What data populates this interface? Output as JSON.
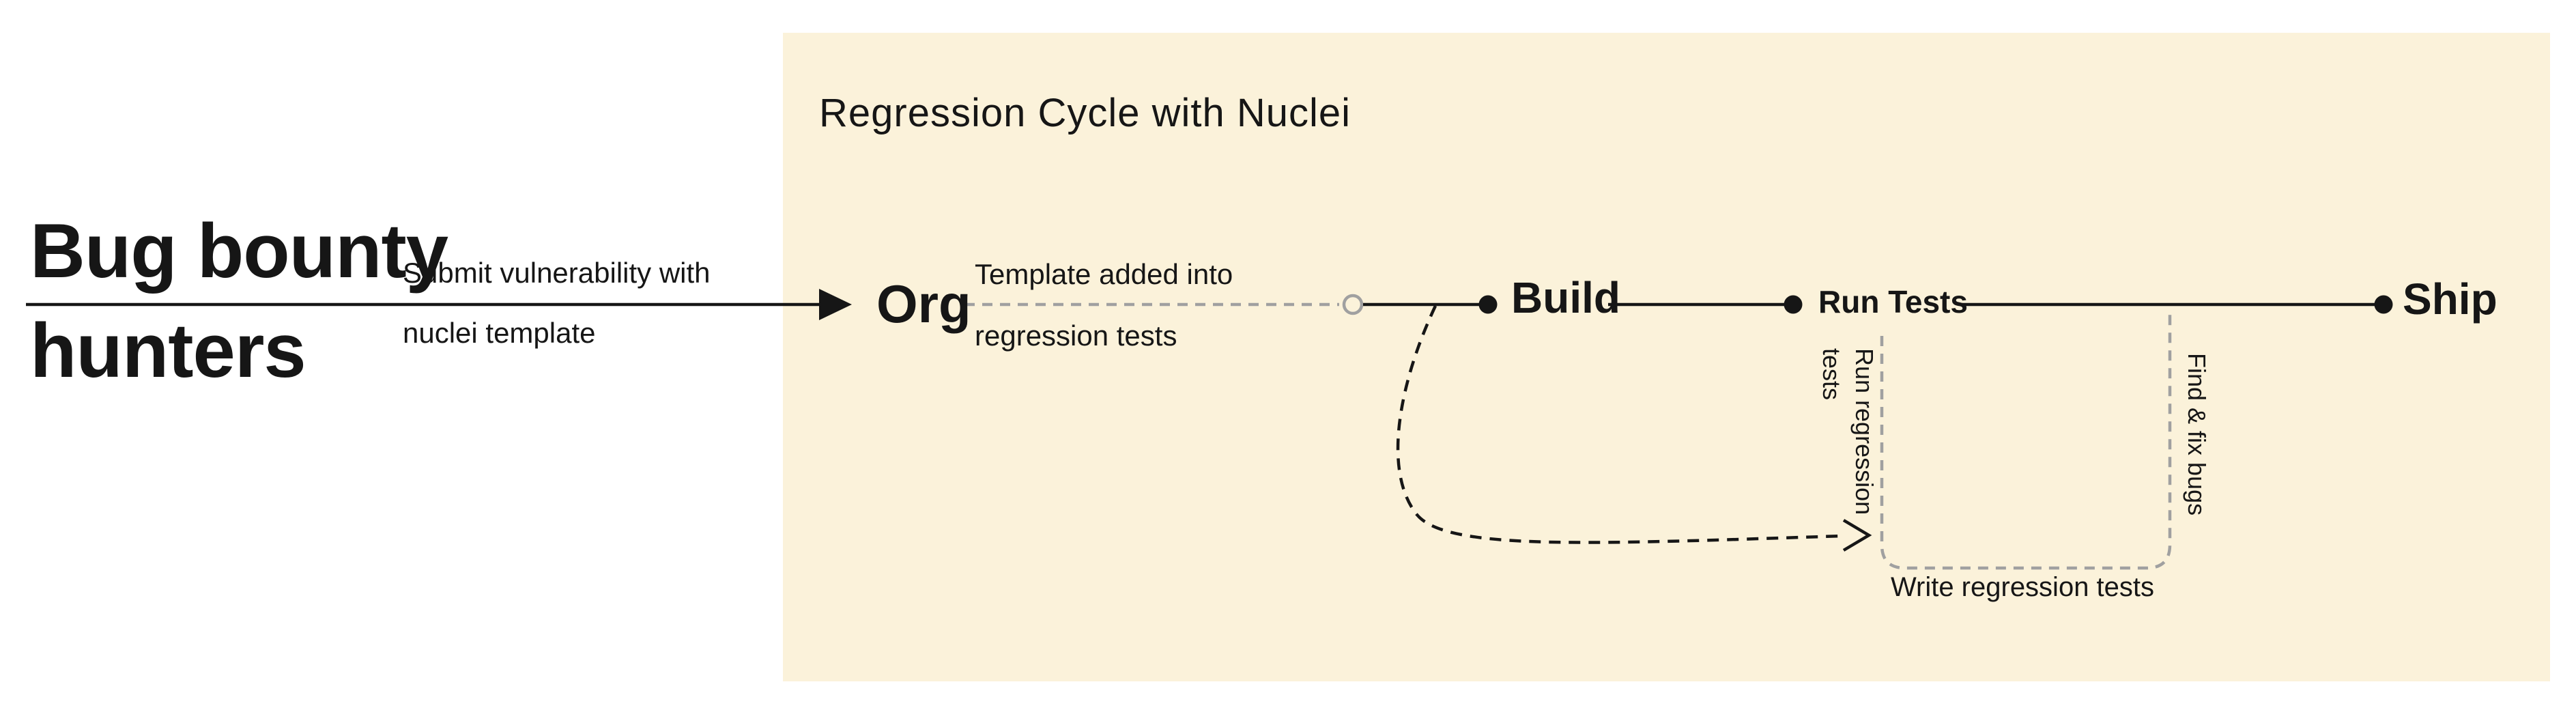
{
  "colors": {
    "panel_bg": "#FBF2DA",
    "ink": "#161616",
    "muted_gray": "#A0A0A0"
  },
  "left_section": {
    "heading_line1": "Bug bounty",
    "heading_line2": "hunters",
    "arrow_label_line1": "Submit vulnerability with",
    "arrow_label_line2": "nuclei template"
  },
  "diagram": {
    "title": "Regression Cycle with Nuclei",
    "nodes": [
      {
        "id": "org",
        "label": "Org"
      },
      {
        "id": "build",
        "label": "Build"
      },
      {
        "id": "run-tests",
        "label": "Run Tests"
      },
      {
        "id": "ship",
        "label": "Ship"
      }
    ],
    "edge_labels": {
      "template_added_line1": "Template added into",
      "template_added_line2": "regression tests",
      "run_regression": "Run regression tests",
      "find_fix": "Find & fix bugs",
      "write_regression": "Write regression tests"
    }
  }
}
